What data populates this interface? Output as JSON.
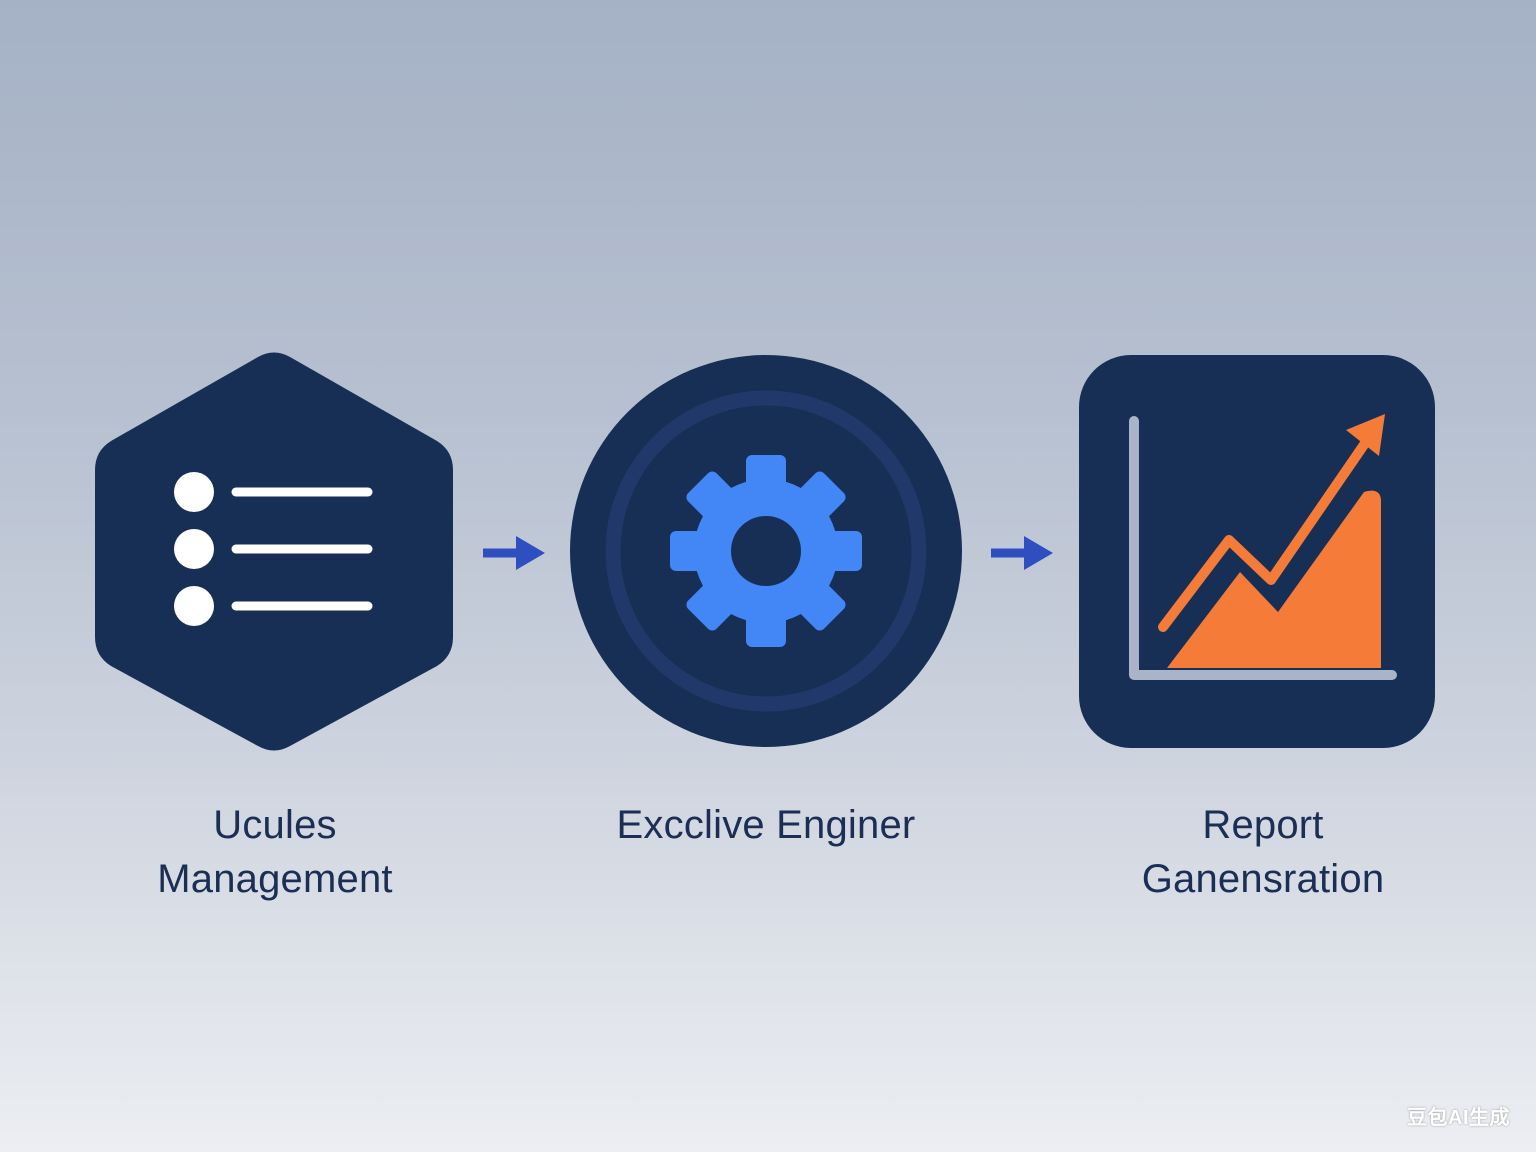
{
  "colors": {
    "background_top": "#a5b1c5",
    "background_bottom": "#eceef2",
    "node_fill": "#172e55",
    "node_ring": "#20396a",
    "gear_blue": "#4287f5",
    "arrow_blue": "#2f4fc0",
    "chart_orange": "#f47b38",
    "chart_axis": "#a9b4c8",
    "label_text": "#1b2e54"
  },
  "nodes": [
    {
      "id": "rules-management",
      "shape": "hexagon",
      "icon": "list-icon",
      "label_lines": [
        "Ucules",
        "Management"
      ]
    },
    {
      "id": "engine",
      "shape": "circle",
      "icon": "gear-icon",
      "label_lines": [
        "Excclive Enginer"
      ]
    },
    {
      "id": "report-generation",
      "shape": "rounded-square",
      "icon": "chart-icon",
      "label_lines": [
        "Report",
        "Ganensration"
      ]
    }
  ],
  "connectors": [
    {
      "from": "rules-management",
      "to": "engine",
      "icon": "arrow-right-icon"
    },
    {
      "from": "engine",
      "to": "report-generation",
      "icon": "arrow-right-icon"
    }
  ],
  "watermark": "豆包AI生成"
}
